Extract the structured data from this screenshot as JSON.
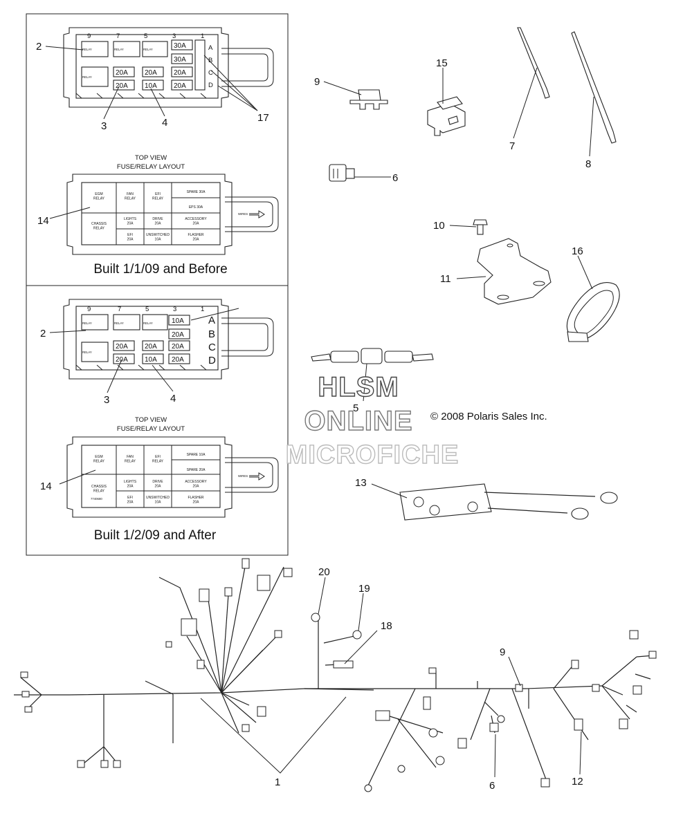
{
  "panel_before": {
    "caption": "Built 1/1/09 and Before",
    "top_view": [
      "TOP VIEW",
      "FUSE/RELAY LAYOUT"
    ],
    "slot_numbers": [
      "9",
      "7",
      "5",
      "3",
      "1"
    ],
    "row_letters": [
      "A",
      "B",
      "C",
      "D"
    ],
    "relay_label": "RELAY",
    "fuses": [
      "30A",
      "30A",
      "20A",
      "20A",
      "20A",
      "20A",
      "10A",
      "20A"
    ],
    "layout_cells": [
      "EGM\nRELAY",
      "FAN\nRELAY",
      "EFI\nRELAY",
      "SPARE 30A",
      "EPS 30A",
      "CHASSIS\nRELAY",
      "LIGHTS\n20A",
      "DRIVE\n20A",
      "ACCESSORY\n20A",
      "EFI\n20A",
      "UNSWITCHED\n10A",
      "FLASHER\n20A"
    ],
    "wires_label": "WIRES"
  },
  "panel_after": {
    "caption": "Built 1/2/09 and After",
    "top_view": [
      "TOP VIEW",
      "FUSE/RELAY LAYOUT"
    ],
    "slot_numbers": [
      "9",
      "7",
      "5",
      "3",
      "1"
    ],
    "row_letters": [
      "A",
      "B",
      "C",
      "D"
    ],
    "relay_label": "RELAY",
    "fuses": [
      "10A",
      "20A",
      "20A",
      "20A",
      "20A",
      "20A",
      "10A",
      "20A"
    ],
    "layout_cells": [
      "EGM\nRELAY",
      "FAN\nRELAY",
      "EFI\nRELAY",
      "SPARE 10A",
      "SPARE 20A",
      "CHASSIS\nRELAY",
      "LIGHTS\n20A",
      "DRIVE\n20A",
      "ACCESSORY\n20A",
      "EFI\n20A",
      "UNSWITCHED\n10A",
      "FLASHER\n20A"
    ],
    "part_stamp": "7740680",
    "wires_label": "WIRES"
  },
  "callouts": [
    {
      "label": "2"
    },
    {
      "label": "3"
    },
    {
      "label": "4"
    },
    {
      "label": "17"
    },
    {
      "label": "14"
    },
    {
      "label": "2"
    },
    {
      "label": "3"
    },
    {
      "label": "4"
    },
    {
      "label": "14"
    },
    {
      "label": "9"
    },
    {
      "label": "15"
    },
    {
      "label": "7"
    },
    {
      "label": "8"
    },
    {
      "label": "6"
    },
    {
      "label": "10"
    },
    {
      "label": "11"
    },
    {
      "label": "16"
    },
    {
      "label": "5"
    },
    {
      "label": "13"
    },
    {
      "label": "20"
    },
    {
      "label": "19"
    },
    {
      "label": "18"
    },
    {
      "label": "9"
    },
    {
      "label": "1"
    },
    {
      "label": "6"
    },
    {
      "label": "12"
    }
  ],
  "copyright": "© 2008 Polaris Sales Inc.",
  "watermark": [
    "HLSM",
    "ONLINE",
    "MICROFICHE"
  ]
}
